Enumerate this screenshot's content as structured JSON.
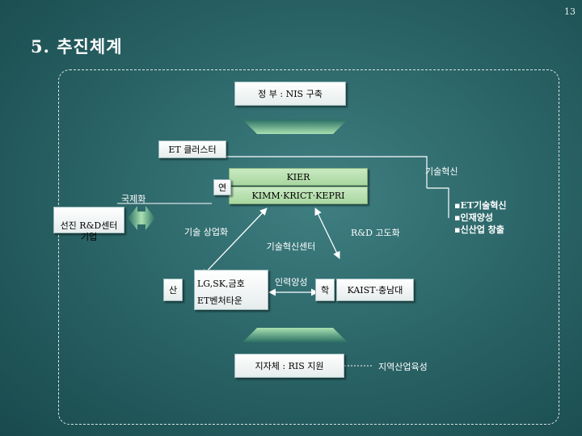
{
  "page_number": "13",
  "title": "5. 추진체계",
  "government": "정 부 : NIS 구축",
  "cluster": "ET 클러스터",
  "research": {
    "label": "연",
    "kier": "KIER",
    "institutes": "KIMM·KRICT·KEPRI"
  },
  "industry": {
    "label": "산",
    "companies": "LG,SK,금호",
    "venture": "ET벤처타운"
  },
  "academia": {
    "label": "학",
    "universities": "KAIST·충남대"
  },
  "center": "기술혁신센터",
  "edges": {
    "commercialization": "기술 상업화",
    "advancement": "R&D 고도화",
    "workforce": "인력양성",
    "internationalization": "국제화",
    "innovation": "기술혁신",
    "regional": "지역산업육성"
  },
  "foreign": "선진 R&D센터\n기업",
  "local_gov": "지자체 : RIS 지원",
  "outcomes": [
    "▪ET기술혁신",
    "▪인재양성",
    "▪신산업 창출"
  ]
}
